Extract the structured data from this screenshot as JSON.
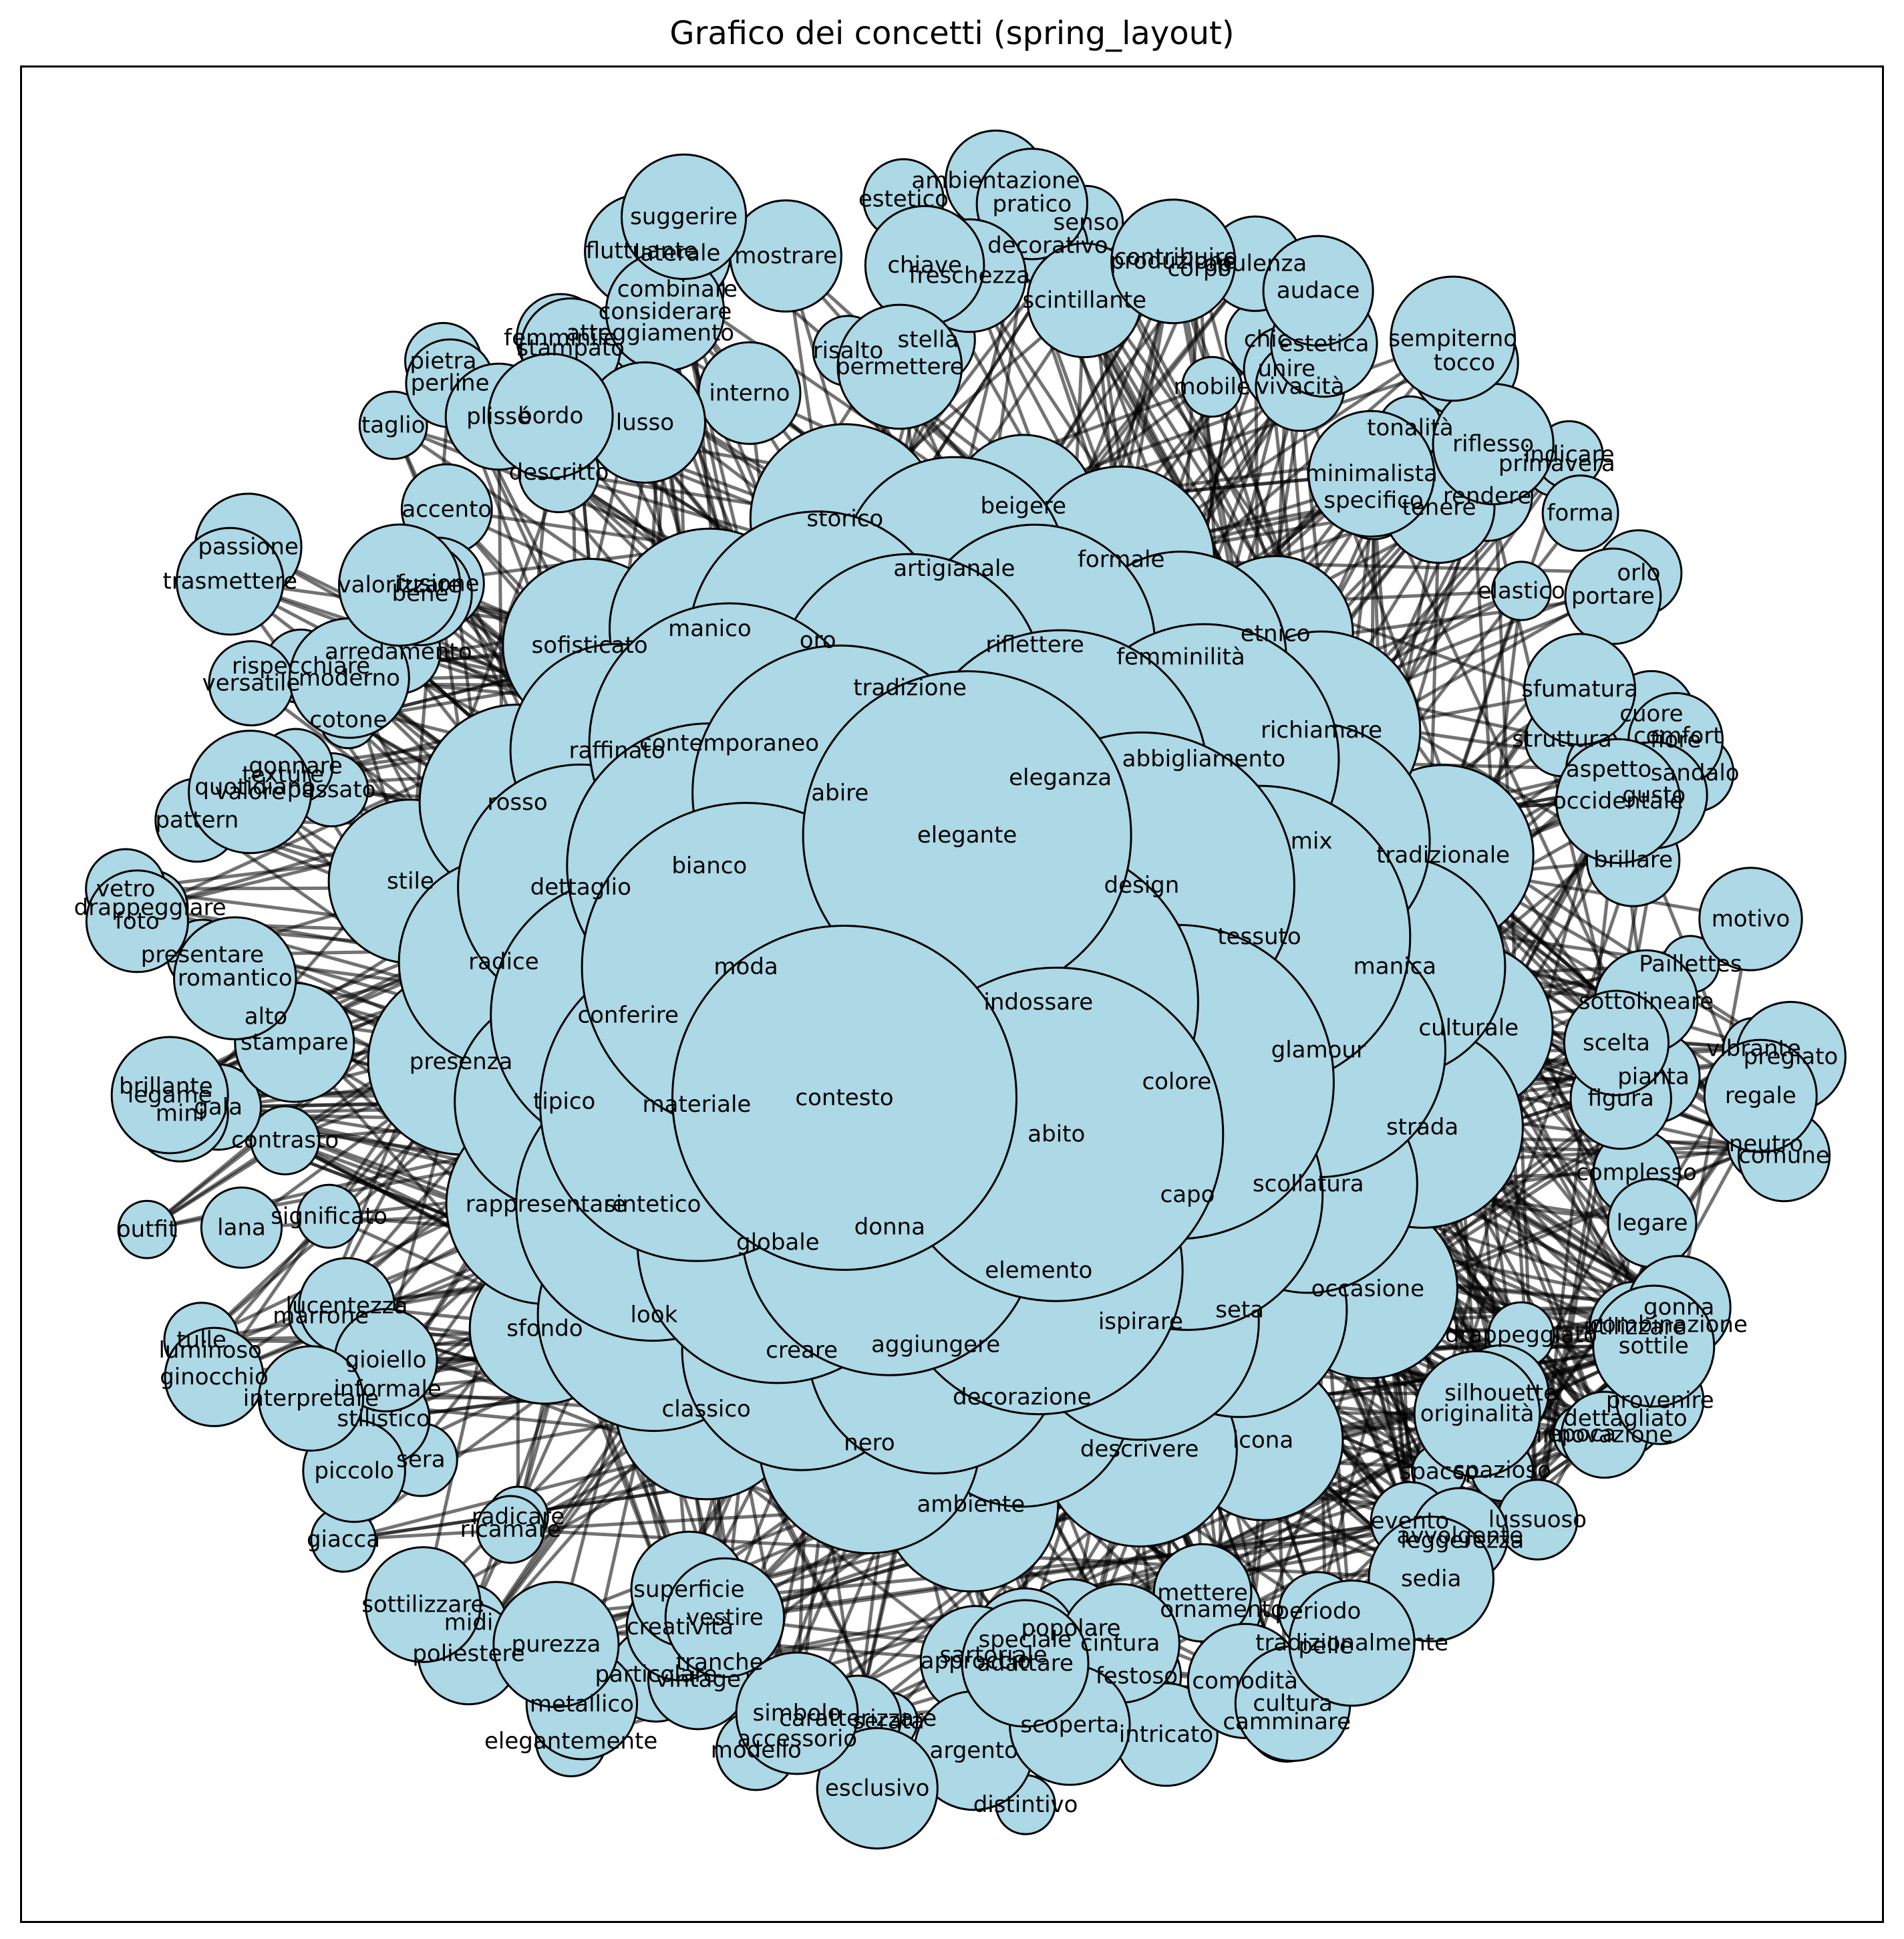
{
  "title": "Grafico dei concetti (spring_layout)",
  "graph": {
    "node_color": "#add8e6",
    "edge_color": "#000000",
    "nodes": [
      "indossare",
      "contesto",
      "elegante",
      "abito",
      "moda",
      "design",
      "donna",
      "abire",
      "colore",
      "materiale",
      "eleganza",
      "elemento",
      "bianco",
      "tessuto",
      "globale",
      "tradizione",
      "capo",
      "conferire",
      "abbigliamento",
      "aggiungere",
      "contemporaneo",
      "glamour",
      "sintetico",
      "riflettere",
      "ispirare",
      "dettaglio",
      "mix",
      "creare",
      "oro",
      "scollatura",
      "tipico",
      "femminilità",
      "decorazione",
      "raffinato",
      "manica",
      "look",
      "artigianale",
      "seta",
      "radice",
      "richiamare",
      "nero",
      "manico",
      "strada",
      "rappresentare",
      "formale",
      "descrivere",
      "rosso",
      "tradizionale",
      "classico",
      "storico",
      "occasione",
      "presenza",
      "etnico",
      "ambiente",
      "sofisticato",
      "culturale",
      "sfondo",
      "beigere",
      "icona",
      "stile",
      "neutro",
      "pianta",
      "gonna",
      "sottile",
      "silhouette",
      "innovazione",
      "lussuoso",
      "evento",
      "sedia",
      "comodità",
      "festoso",
      "cintura",
      "popolare",
      "sartoriale",
      "approccio",
      "modello",
      "simbolo",
      "vestire",
      "elegantemente",
      "purezza",
      "midi",
      "stilistico",
      "interpretare",
      "marrone",
      "significato",
      "lana",
      "mini",
      "gala",
      "romantico",
      "pattern",
      "texture",
      "valore",
      "arredamento",
      "moderno",
      "passione",
      "perline",
      "pietra",
      "stampato",
      "lusso",
      "interno",
      "laterale",
      "chiave",
      "risalto",
      "senso",
      "pratico",
      "corpo",
      "audace",
      "mobile",
      "vivacità",
      "specifico",
      "indicare",
      "tenere",
      "portare",
      "orlo",
      "sandalo",
      "fiore",
      "Paillettes",
      "regale",
      "sottolineare",
      "legare",
      "combinazione",
      "utilizzare",
      "dettagliato",
      "drappeggiato",
      "leggerezza",
      "originalità",
      "tradizionalmente",
      "cultura",
      "intricato",
      "camminare",
      "scoperta",
      "speciale",
      "adattare",
      "serata",
      "vintage",
      "metallico",
      "creatività",
      "superficie",
      "poliestere",
      "radicare",
      "piccolo",
      "sera",
      "informale",
      "luminoso",
      "outfit",
      "brillante",
      "contrasto",
      "foto",
      "presentare",
      "passato",
      "quotidiano",
      "cotone",
      "fusione",
      "taglio",
      "valorizzare",
      "bordo",
      "descritto",
      "atteggiamento",
      "combinare",
      "considerare",
      "estetico",
      "stella",
      "freschezza",
      "scintillante",
      "chic",
      "opulenza",
      "sempiterno",
      "estetica",
      "tonalità",
      "elastico",
      "primavera",
      "forma",
      "occidentale",
      "aspetto",
      "gusto",
      "motivo",
      "pregiato",
      "vibrante",
      "complesso",
      "comune",
      "provenire",
      "epoca",
      "spacco",
      "spazioso",
      "avvolgente",
      "pelle",
      "mettere",
      "periodo",
      "ornamento",
      "argento",
      "distintivo",
      "caratterizzare",
      "esclusivo",
      "accessorio",
      "particolare",
      "tranche",
      "ricamare",
      "sottilizzare",
      "giacca",
      "gioiello",
      "lucentezza",
      "ginocchio",
      "tulle",
      "legame",
      "stampare",
      "drappeggiare",
      "alto",
      "vetro",
      "gonnare",
      "versatile",
      "rispecchiare",
      "trasmettere",
      "bene",
      "plissé",
      "accento",
      "fluttuante",
      "femminile",
      "suggerire",
      "permettere",
      "mostrare",
      "decorativo",
      "ambientazione",
      "contribuire",
      "produzione",
      "unire",
      "tocco",
      "minimalista",
      "rendere",
      "riflesso",
      "sfumatura",
      "struttura",
      "comfort",
      "cuore",
      "brillare",
      "scelta",
      "figura"
    ],
    "edge_count": 1000
  }
}
